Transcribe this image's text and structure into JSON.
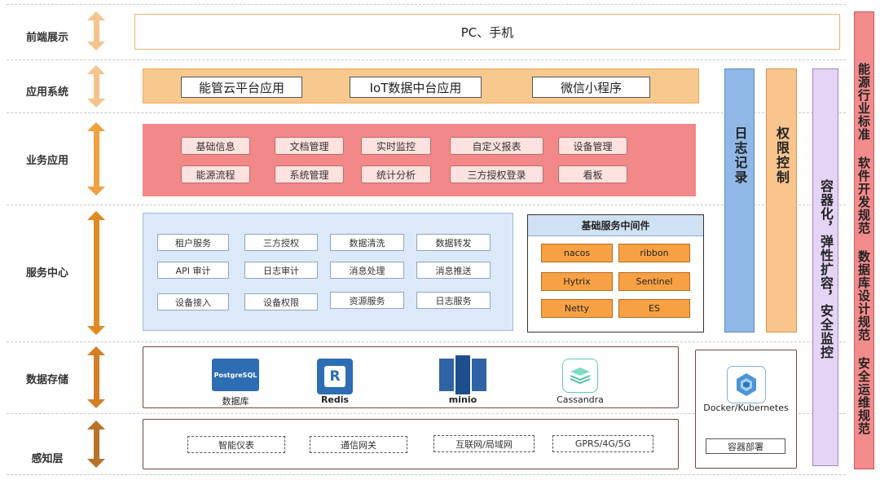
{
  "layers": {
    "frontend": "前端展示",
    "application": "应用系统",
    "business": "业务应用",
    "service": "服务中心",
    "storage": "数据存储",
    "perception": "感知层"
  },
  "frontend": {
    "label": "PC、手机"
  },
  "applications": [
    "能管云平台应用",
    "IoT数据中台应用",
    "微信小程序"
  ],
  "business_apps": [
    [
      "基础信息",
      "文档管理",
      "实时监控",
      "自定义报表",
      "设备管理"
    ],
    [
      "能源流程",
      "系统管理",
      "统计分析",
      "三方授权登录",
      "看板"
    ]
  ],
  "service_center": [
    [
      "租户服务",
      "三方授权",
      "数据清洗",
      "数据转发"
    ],
    [
      "API 审计",
      "日志审计",
      "消息处理",
      "消息推送"
    ],
    [
      "设备接入",
      "设备权限",
      "资源服务",
      "日志服务"
    ]
  ],
  "middleware": {
    "title": "基础服务中间件",
    "items": [
      [
        "nacos",
        "ribbon"
      ],
      [
        "Hytrix",
        "Sentinel"
      ],
      [
        "Netty",
        "ES"
      ]
    ]
  },
  "storage": {
    "postgres_logo_text": "PostgreSQL",
    "postgres_label": "数据库",
    "redis": "Redis",
    "minio": "minio",
    "cassandra": "Cassandra"
  },
  "perception": [
    "智能仪表",
    "通信网关",
    "互联网/局域网",
    "GPRS/4G/5G"
  ],
  "docker": {
    "label": "Docker/Kubernetes",
    "deploy": "容器部署"
  },
  "side_bars": {
    "log": "日志记录",
    "permission": "权限控制",
    "container": "容器化，弹性扩容，安全监控",
    "standards": "能源行业标准 软件开发规范 数据库设计规范 安全运维规范"
  },
  "colors": {
    "arrow_light": "#f5c48e",
    "arrow_mid": "#f0a040",
    "arrow_dark": "#e08a22",
    "arrow_brown": "#b9712a",
    "log_bar": "#8fb8e6",
    "perm_bar": "#f9c48e",
    "container_bar": "#e5d4f5",
    "standards_bar": "#f28b8b"
  }
}
